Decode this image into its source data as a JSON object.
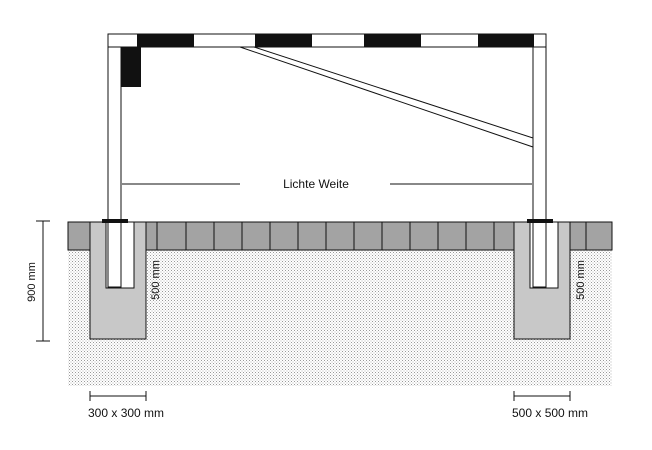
{
  "labels": {
    "clear_width": "Lichte Weite",
    "height_total": "900 mm",
    "depth_left": "500 mm",
    "depth_right": "500 mm",
    "foundation_left": "300 x 300 mm",
    "foundation_right": "500 x 500 mm"
  },
  "colors": {
    "line": "#111111",
    "pavement": "#a3a3a3",
    "soil_dot": "#9a9a9a",
    "foundation": "#c8c8c8",
    "stripe_dark": "#111111",
    "stripe_light": "#ffffff"
  }
}
